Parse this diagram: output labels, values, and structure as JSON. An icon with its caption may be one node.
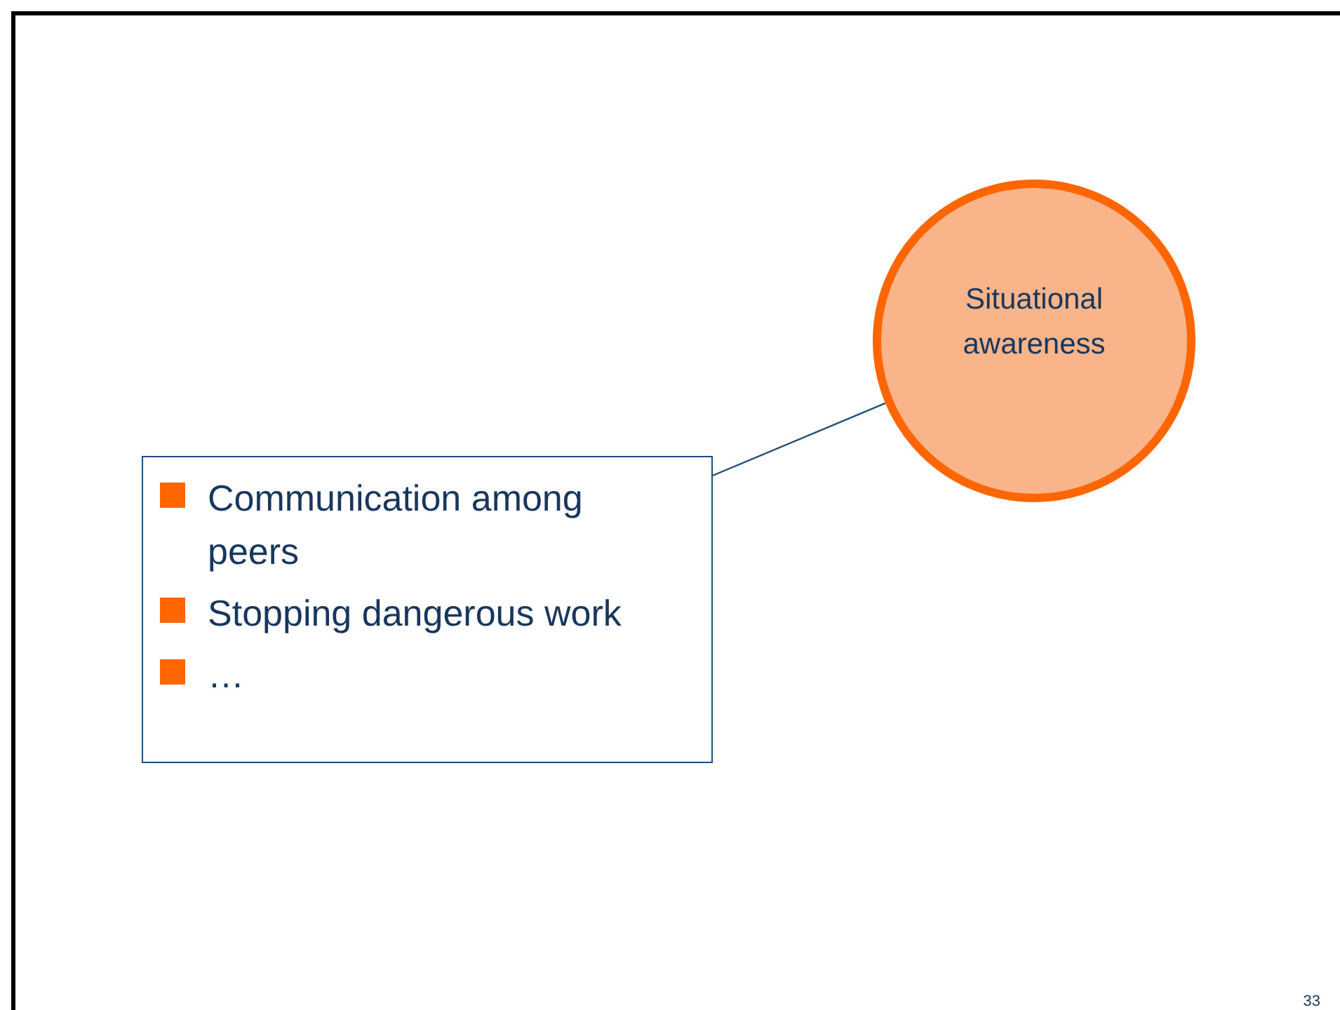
{
  "diagram": {
    "nodes": [
      {
        "text": [
          "Communication among peers",
          "Stopping dangerous work",
          "…"
        ]
      },
      {
        "text": [
          "Situational awareness"
        ]
      }
    ],
    "edges": [
      {
        "from": 0,
        "to": 1,
        "arrow": "none"
      }
    ],
    "labels": [
      "33"
    ]
  }
}
